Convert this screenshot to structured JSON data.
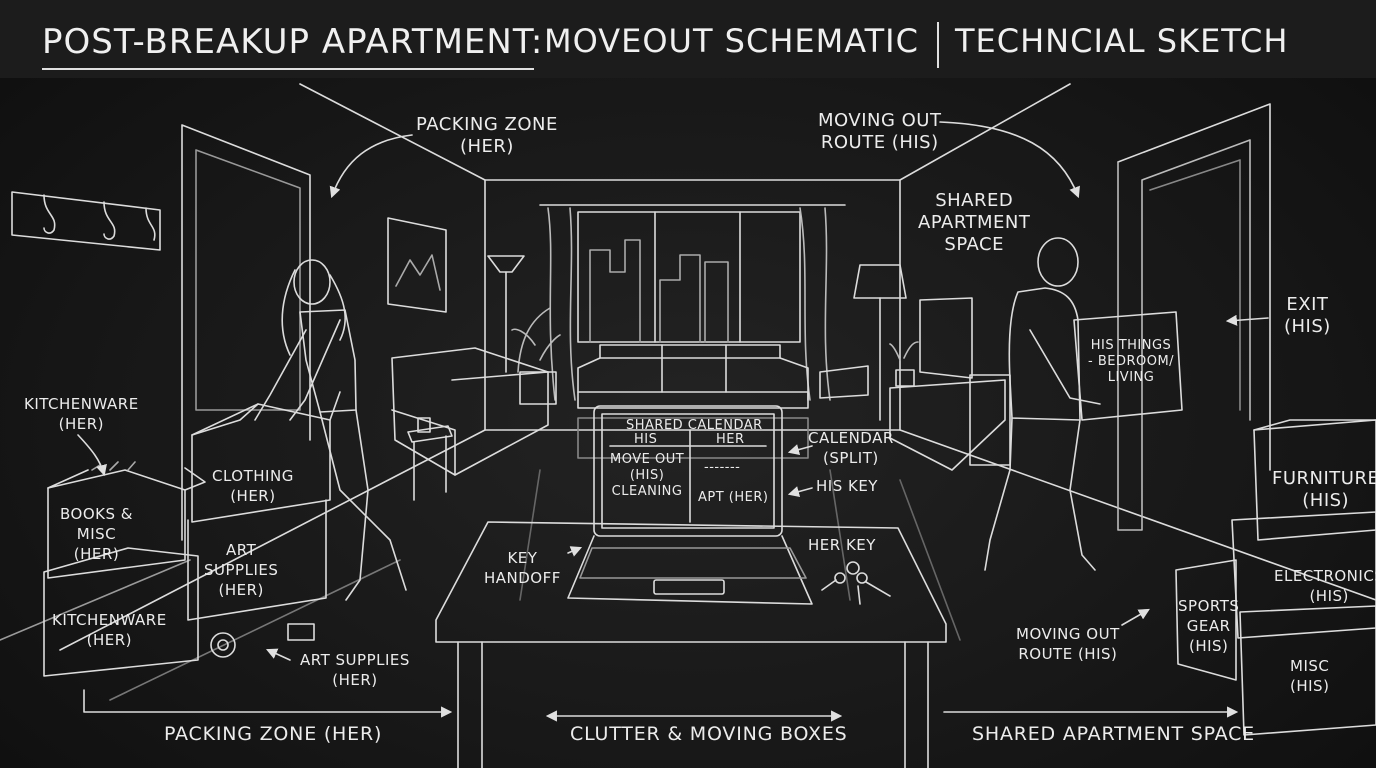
{
  "title": {
    "main": "POST-BREAKUP APARTMENT:",
    "sub": "MOVEOUT SCHEMATIC",
    "tech": "TECHNCIAL SKETCH"
  },
  "callouts": {
    "packing_zone_top": [
      "PACKING ZONE",
      "(HER)"
    ],
    "moving_route_top": [
      "MOVING OUT",
      "ROUTE (HIS)"
    ],
    "shared_space": [
      "SHARED",
      "APARTMENT",
      "SPACE"
    ],
    "exit": [
      "EXIT",
      "(HIS)"
    ],
    "kitchenware_top": [
      "KITCHENWARE",
      "(HER)"
    ],
    "calendar_split": [
      "CALENDAR",
      "(SPLIT)"
    ],
    "his_key": "HIS KEY",
    "her_key": "HER KEY",
    "key_handoff": [
      "KEY",
      "HANDOFF"
    ],
    "art_supplies_floor": [
      "ART SUPPLIES",
      "(HER)"
    ],
    "moving_route_bottom": [
      "MOVING OUT",
      "ROUTE (HIS)"
    ]
  },
  "boxes": {
    "clothing": [
      "CLOTHING",
      "(HER)"
    ],
    "books": [
      "BOOKS &",
      "MISC",
      "(HER)"
    ],
    "art": [
      "ART",
      "SUPPLIES",
      "(HER)"
    ],
    "kitchenware": [
      "KITCHENWARE",
      "(HER)"
    ],
    "his_things": [
      "HIS THINGS",
      "- BEDROOM/",
      "LIVING"
    ],
    "furniture": [
      "FURNITURE",
      "(HIS)"
    ],
    "electronics": [
      "ELECTRONICS",
      "(HIS)"
    ],
    "sports": [
      "SPORTS",
      "GEAR",
      "(HIS)"
    ],
    "misc": [
      "MISC",
      "(HIS)"
    ]
  },
  "laptop_calendar": {
    "header": "SHARED CALENDAR",
    "col_his": "HIS",
    "col_her": "HER",
    "his_entry": [
      "MOVE OUT",
      "(HIS)",
      "CLEANING"
    ],
    "her_blank": "-------",
    "her_entry": "APT (HER)"
  },
  "bottom_labels": {
    "left": "PACKING ZONE (HER)",
    "middle": "CLUTTER & MOVING BOXES",
    "right": "SHARED APARTMENT SPACE"
  },
  "colors": {
    "background": "#171717",
    "chalk": "#e9e9e9",
    "titlebar": "#1c1c1c"
  }
}
